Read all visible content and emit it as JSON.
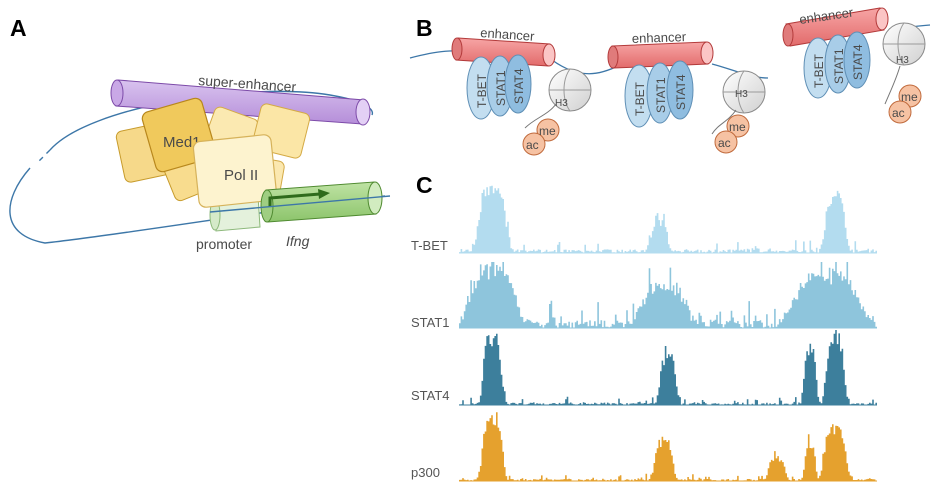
{
  "panels": {
    "a": "A",
    "b": "B",
    "c": "C"
  },
  "panel_a": {
    "super_enhancer": "super-enhancer",
    "med1": "Med1",
    "pol2": "Pol II",
    "promoter": "promoter",
    "gene": "Ifng"
  },
  "panel_b": {
    "groups": [
      {
        "enhancer": "enhancer",
        "tfs": [
          "T-BET",
          "STAT1",
          "STAT4"
        ],
        "histone": "H3",
        "mods": [
          "me",
          "ac"
        ]
      },
      {
        "enhancer": "enhancer",
        "tfs": [
          "T-BET",
          "STAT1",
          "STAT4"
        ],
        "histone": "H3",
        "mods": [
          "me",
          "ac"
        ]
      },
      {
        "enhancer": "enhancer",
        "tfs": [
          "T-BET",
          "STAT1",
          "STAT4"
        ],
        "histone": "H3",
        "mods": [
          "me",
          "ac"
        ]
      }
    ]
  },
  "panel_c": {
    "tracks": [
      {
        "name": "T-BET",
        "color": "#b3dcef",
        "seed": 11,
        "base": 0.05,
        "noise": 0.18,
        "peaks": [
          {
            "pos": 0.08,
            "width": 0.03,
            "height": 1.0
          },
          {
            "pos": 0.48,
            "width": 0.018,
            "height": 0.45
          },
          {
            "pos": 0.9,
            "width": 0.022,
            "height": 0.85
          }
        ]
      },
      {
        "name": "STAT1",
        "color": "#8ec5dc",
        "seed": 23,
        "base": 0.12,
        "noise": 0.45,
        "peaks": [
          {
            "pos": 0.08,
            "width": 0.05,
            "height": 0.95
          },
          {
            "pos": 0.49,
            "width": 0.05,
            "height": 0.65
          },
          {
            "pos": 0.88,
            "width": 0.07,
            "height": 0.85
          }
        ]
      },
      {
        "name": "STAT4",
        "color": "#3d7f9c",
        "seed": 37,
        "base": 0.03,
        "noise": 0.12,
        "peaks": [
          {
            "pos": 0.08,
            "width": 0.02,
            "height": 1.0
          },
          {
            "pos": 0.5,
            "width": 0.018,
            "height": 0.72
          },
          {
            "pos": 0.84,
            "width": 0.014,
            "height": 0.8
          },
          {
            "pos": 0.9,
            "width": 0.02,
            "height": 1.0
          }
        ]
      },
      {
        "name": "p300",
        "color": "#e5a12e",
        "seed": 53,
        "base": 0.03,
        "noise": 0.12,
        "peaks": [
          {
            "pos": 0.08,
            "width": 0.022,
            "height": 1.0
          },
          {
            "pos": 0.49,
            "width": 0.02,
            "height": 0.62
          },
          {
            "pos": 0.76,
            "width": 0.018,
            "height": 0.35
          },
          {
            "pos": 0.84,
            "width": 0.012,
            "height": 0.58
          },
          {
            "pos": 0.9,
            "width": 0.024,
            "height": 0.85
          }
        ]
      }
    ]
  }
}
